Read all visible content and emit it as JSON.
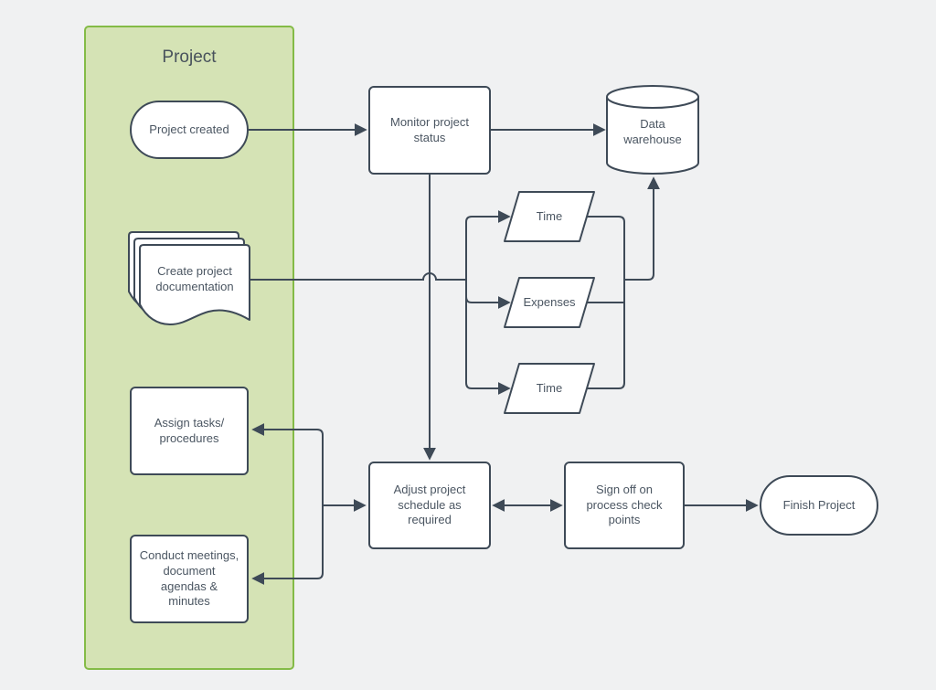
{
  "diagram": {
    "swimlane": {
      "title": "Project"
    },
    "nodes": {
      "project_created": {
        "label": "Project created",
        "shape": "terminator"
      },
      "monitor_status": {
        "label": "Monitor project\nstatus",
        "shape": "process"
      },
      "data_warehouse": {
        "label": "Data\nwarehouse",
        "shape": "database-cylinder"
      },
      "time_1": {
        "label": "Time",
        "shape": "data-parallelogram"
      },
      "expenses": {
        "label": "Expenses",
        "shape": "data-parallelogram"
      },
      "time_2": {
        "label": "Time",
        "shape": "data-parallelogram"
      },
      "create_documentation": {
        "label": "Create project\ndocumentation",
        "shape": "multi-document"
      },
      "assign_tasks": {
        "label": "Assign tasks/\nprocedures",
        "shape": "process"
      },
      "conduct_meetings": {
        "label": "Conduct meetings,\ndocument\nagendas &\nminutes",
        "shape": "process"
      },
      "adjust_schedule": {
        "label": "Adjust project\nschedule as\nrequired",
        "shape": "process"
      },
      "sign_off": {
        "label": "Sign off on\nprocess check\npoints",
        "shape": "process"
      },
      "finish_project": {
        "label": "Finish Project",
        "shape": "terminator"
      }
    },
    "edges": [
      {
        "from": "project_created",
        "to": "monitor_status",
        "direction": "one-way"
      },
      {
        "from": "monitor_status",
        "to": "data_warehouse",
        "direction": "one-way"
      },
      {
        "from": "monitor_status",
        "to": "adjust_schedule",
        "direction": "one-way"
      },
      {
        "from": "create_documentation",
        "to": "time_1",
        "direction": "one-way"
      },
      {
        "from": "create_documentation",
        "to": "expenses",
        "direction": "one-way"
      },
      {
        "from": "create_documentation",
        "to": "time_2",
        "direction": "one-way"
      },
      {
        "from": "time_1",
        "to": "data_warehouse",
        "direction": "one-way"
      },
      {
        "from": "expenses",
        "to": "data_warehouse",
        "direction": "one-way"
      },
      {
        "from": "time_2",
        "to": "data_warehouse",
        "direction": "one-way"
      },
      {
        "from": "adjust_schedule",
        "to": "assign_tasks",
        "direction": "one-way"
      },
      {
        "from": "adjust_schedule",
        "to": "conduct_meetings",
        "direction": "one-way"
      },
      {
        "from": "adjust_schedule",
        "to": "sign_off",
        "direction": "two-way"
      },
      {
        "from": "sign_off",
        "to": "finish_project",
        "direction": "one-way"
      }
    ],
    "colors": {
      "background": "#f0f1f2",
      "lane_fill": "#d5e3b5",
      "lane_border": "#84bb47",
      "node_fill": "#ffffff",
      "stroke": "#3e4a57",
      "text": "#4b5662"
    }
  }
}
